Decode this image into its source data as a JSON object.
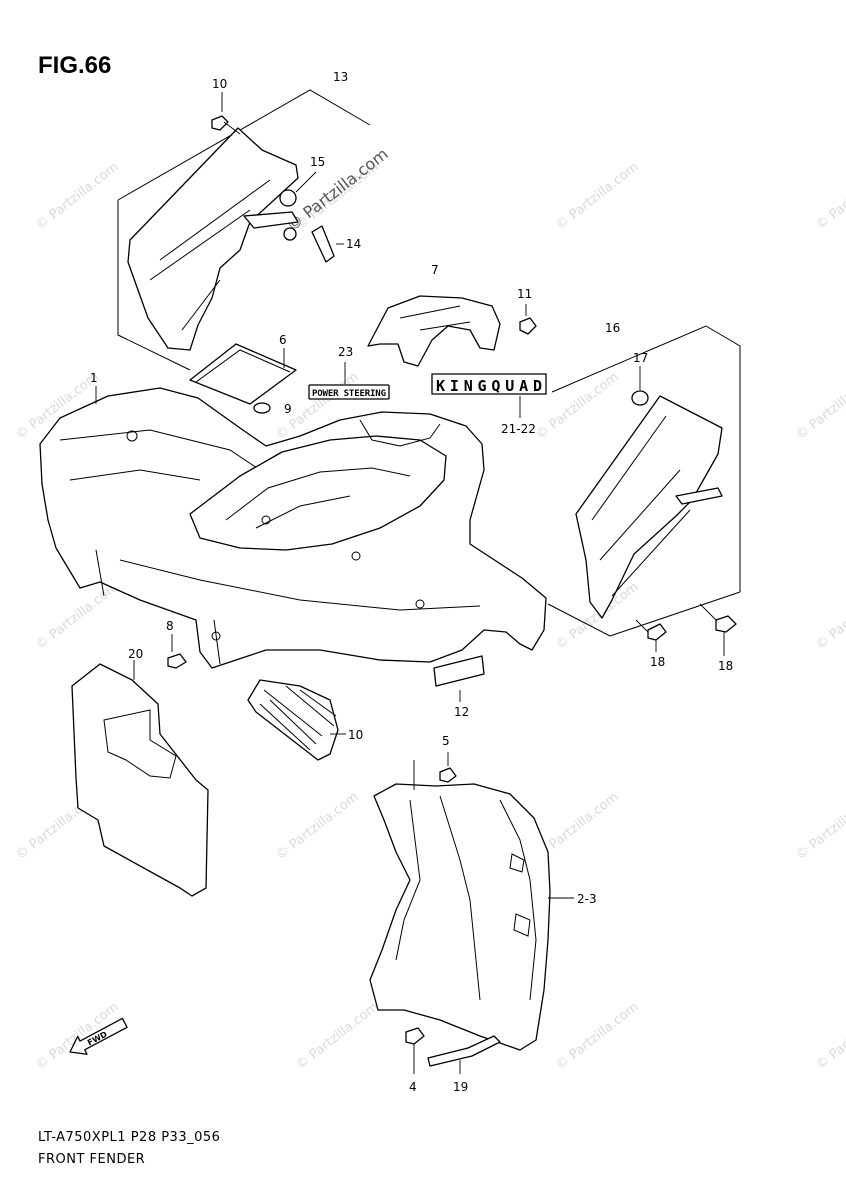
{
  "figure": {
    "title": "FIG.66",
    "model_code": "LT-A750XPL1 P28 P33_056",
    "part_name": "FRONT FENDER"
  },
  "watermark": {
    "text": "© Partzilla.com",
    "featured_text": "© Partzilla.com"
  },
  "decals": {
    "power_steering": "POWER STEERING",
    "kingquad": "KINGQUAD"
  },
  "icons": {
    "direction_arrow": "fwd-arrow-icon"
  },
  "callouts": [
    {
      "id": "c1",
      "label": "1"
    },
    {
      "id": "c2-3",
      "label": "2-3"
    },
    {
      "id": "c4",
      "label": "4"
    },
    {
      "id": "c5",
      "label": "5"
    },
    {
      "id": "c6",
      "label": "6"
    },
    {
      "id": "c7",
      "label": "7"
    },
    {
      "id": "c8",
      "label": "8"
    },
    {
      "id": "c9",
      "label": "9"
    },
    {
      "id": "c10-top",
      "label": "10"
    },
    {
      "id": "c10",
      "label": "10"
    },
    {
      "id": "c11-top",
      "label": "11"
    },
    {
      "id": "c11",
      "label": "11"
    },
    {
      "id": "c12",
      "label": "12"
    },
    {
      "id": "c13",
      "label": "13"
    },
    {
      "id": "c14",
      "label": "14"
    },
    {
      "id": "c15",
      "label": "15"
    },
    {
      "id": "c16",
      "label": "16"
    },
    {
      "id": "c17",
      "label": "17"
    },
    {
      "id": "c18-a",
      "label": "18"
    },
    {
      "id": "c18-b",
      "label": "18"
    },
    {
      "id": "c19",
      "label": "19"
    },
    {
      "id": "c20",
      "label": "20"
    },
    {
      "id": "c21-22",
      "label": "21-22"
    },
    {
      "id": "c23",
      "label": "23"
    }
  ]
}
